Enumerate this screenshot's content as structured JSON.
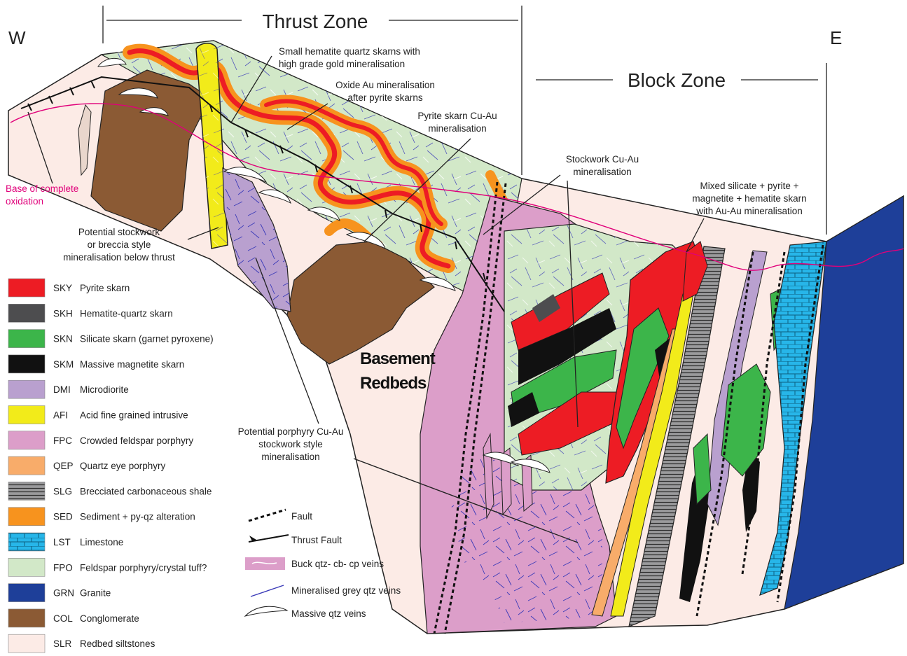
{
  "directions": {
    "west": "W",
    "east": "E"
  },
  "zones": {
    "thrust": "Thrust Zone",
    "block": "Block Zone"
  },
  "basement_label": [
    "Basement",
    "Redbeds"
  ],
  "annotations": {
    "base_oxidation": [
      "Base of complete",
      "oxidation"
    ],
    "small_hematite": [
      "Small hematite quartz skarns with",
      "high grade gold mineralisation"
    ],
    "oxide_au": [
      "Oxide Au mineralisation",
      "after pyrite skarns"
    ],
    "pyrite_skarn": [
      "Pyrite skarn Cu-Au",
      "mineralisation"
    ],
    "stockwork": [
      "Stockwork Cu-Au",
      "mineralisation"
    ],
    "mixed_silicate": [
      "Mixed silicate  + pyrite +",
      "magnetite + hematite skarn",
      "with Au-Au mineralisation"
    ],
    "potential_stockwork": [
      "Potential stockwork",
      "or breccia style",
      "mineralisation below thrust"
    ],
    "porphyry": [
      "Potential porphyry Cu-Au",
      "stockwork style",
      "mineralisation"
    ]
  },
  "legend": [
    {
      "code": "SKY",
      "name": "Pyrite skarn",
      "color": "#ed1c24"
    },
    {
      "code": "SKH",
      "name": "Hematite-quartz skarn",
      "color": "#4d4d4f"
    },
    {
      "code": "SKN",
      "name": "Silicate skarn (garnet pyroxene)",
      "color": "#3cb54a"
    },
    {
      "code": "SKM",
      "name": "Massive magnetite skarn",
      "color": "#111111"
    },
    {
      "code": "DMI",
      "name": "Microdiorite",
      "color": "#b9a0cf"
    },
    {
      "code": "AFI",
      "name": "Acid fine grained intrusive",
      "color": "#f2eb1a"
    },
    {
      "code": "FPC",
      "name": "Crowded feldspar porphyry",
      "color": "#dc9ec9"
    },
    {
      "code": "QEP",
      "name": "Quartz eye porphyry",
      "color": "#f8ac6a"
    },
    {
      "code": "SLG",
      "name": "Brecciated carbonaceous shale",
      "color": "#8a8a8c"
    },
    {
      "code": "SED",
      "name": "Sediment + py-qz alteration",
      "color": "#f7931e"
    },
    {
      "code": "LST",
      "name": "Limestone",
      "color": "#27b6e9"
    },
    {
      "code": "FPO",
      "name": "Feldspar porphyry/crystal tuff?",
      "color": "#d2e8c8"
    },
    {
      "code": "GRN",
      "name": "Granite",
      "color": "#1e3f99"
    },
    {
      "code": "COL",
      "name": "Conglomerate",
      "color": "#8b5a34"
    },
    {
      "code": "SLR",
      "name": "Redbed siltstones",
      "color": "#fcebe6"
    }
  ],
  "symbols": [
    {
      "name": "Fault",
      "icon": "dashed-fault"
    },
    {
      "name": "Thrust Fault",
      "icon": "thrust-fault"
    },
    {
      "name": "Buck qtz- cb- cp veins",
      "icon": "buck-vein"
    },
    {
      "name": "Mineralised grey qtz veins",
      "icon": "grey-vein"
    },
    {
      "name": "Massive qtz veins",
      "icon": "massive-vein"
    }
  ]
}
